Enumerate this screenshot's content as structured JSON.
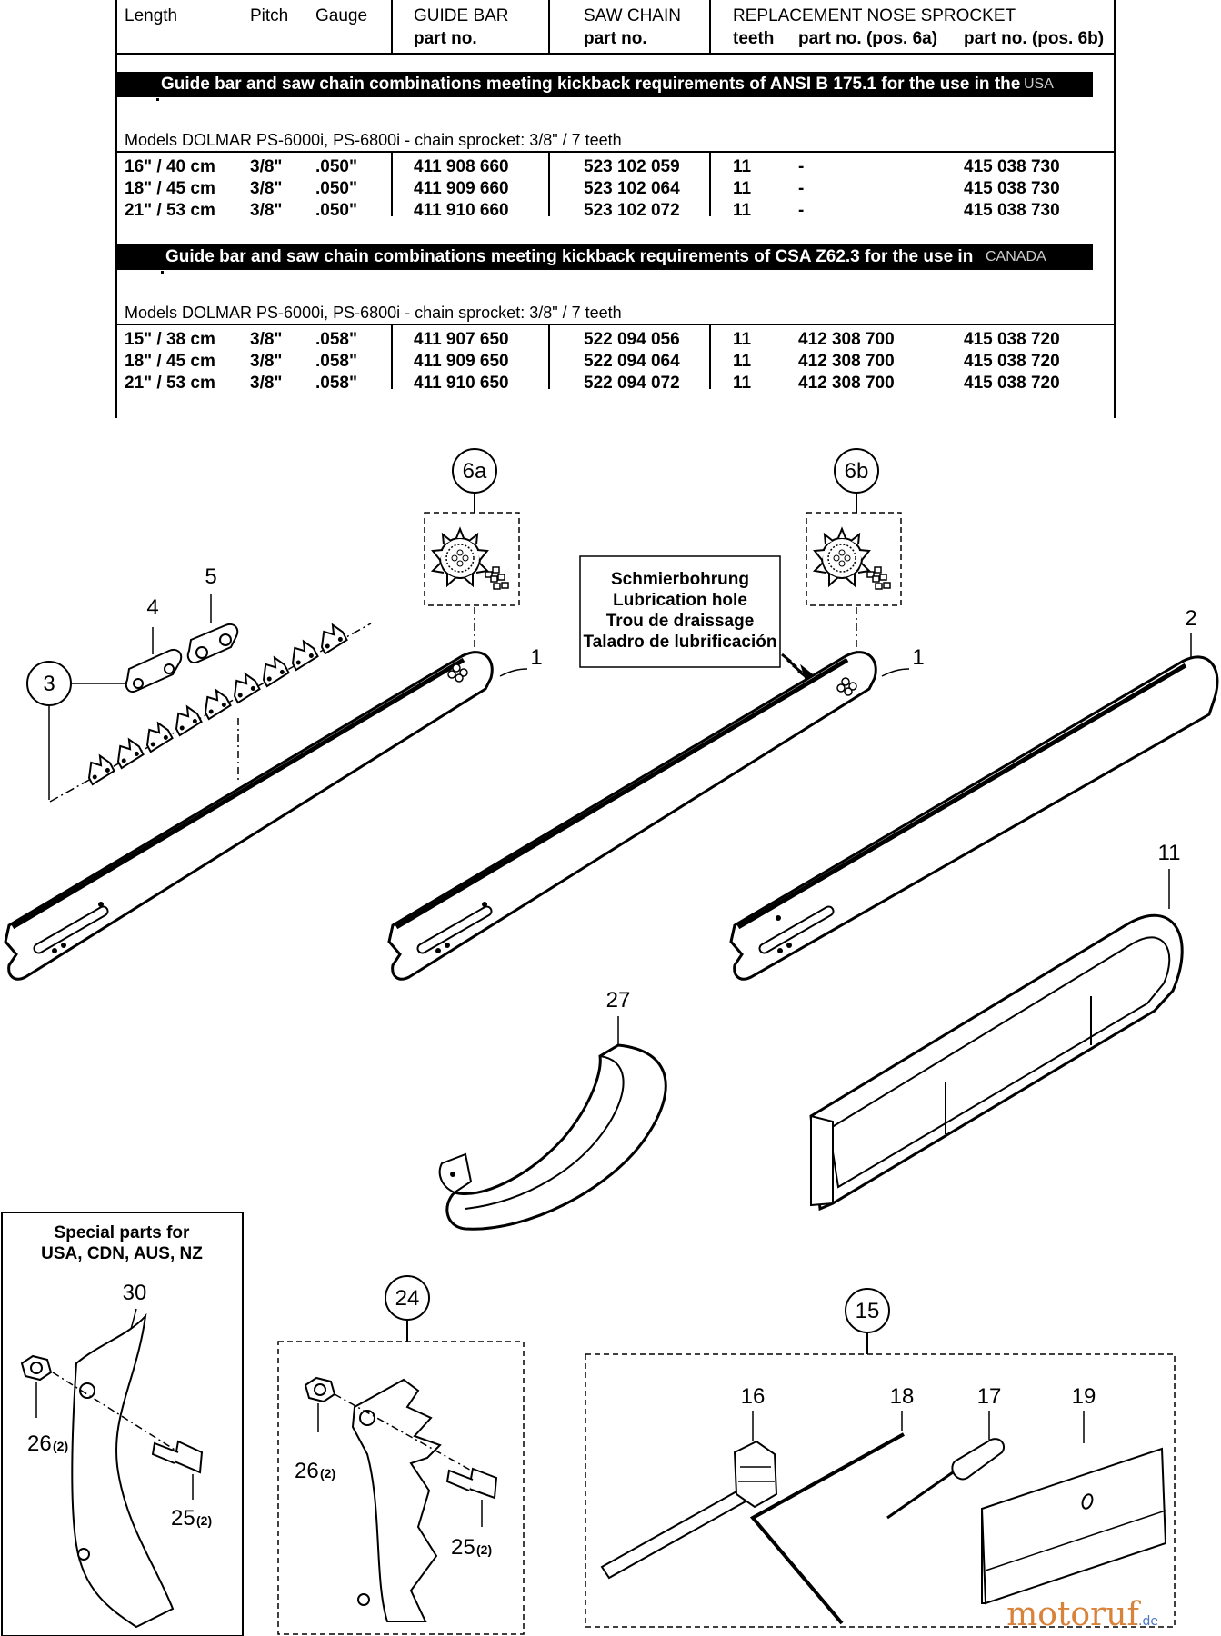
{
  "table": {
    "headers": {
      "length": "Length",
      "pitch": "Pitch",
      "gauge": "Gauge",
      "guide_bar": "GUIDE BAR",
      "guide_bar_sub": "part no.",
      "saw_chain": "SAW CHAIN",
      "saw_chain_sub": "part no.",
      "sprocket": "REPLACEMENT NOSE SPROCKET",
      "teeth": "teeth",
      "part_6a": "part no. (pos. 6a)",
      "part_6b": "part no. (pos. 6b)"
    },
    "sections": [
      {
        "banner": "Guide bar and saw chain combinations meeting kickback requirements of ANSI B 175.1 for the use in the",
        "banner_overlay": "USA",
        "models": "Models DOLMAR PS-6000i, PS-6800i   -   chain sprocket: 3/8\" / 7 teeth",
        "rows": [
          [
            "16\" / 40 cm",
            "3/8\"",
            ".050\"",
            "411 908 660",
            "523 102 059",
            "11",
            "-",
            "415 038 730"
          ],
          [
            "18\" / 45 cm",
            "3/8\"",
            ".050\"",
            "411 909 660",
            "523 102 064",
            "11",
            "-",
            "415 038 730"
          ],
          [
            "21\" / 53 cm",
            "3/8\"",
            ".050\"",
            "411 910 660",
            "523 102 072",
            "11",
            "-",
            "415 038 730"
          ]
        ]
      },
      {
        "banner": "Guide bar and saw chain combinations meeting kickback requirements of CSA Z62.3 for the use in",
        "banner_overlay": "CANADA",
        "models": "Models DOLMAR PS-6000i, PS-6800i   -   chain sprocket: 3/8\" / 7 teeth",
        "rows": [
          [
            "15\" / 38 cm",
            "3/8\"",
            ".058\"",
            "411 907 650",
            "522 094 056",
            "11",
            "412 308 700",
            "415 038 720"
          ],
          [
            "18\" / 45 cm",
            "3/8\"",
            ".058\"",
            "411 909 650",
            "522 094 064",
            "11",
            "412 308 700",
            "415 038 720"
          ],
          [
            "21\" / 53 cm",
            "3/8\"",
            ".058\"",
            "411 910 650",
            "522 094 072",
            "11",
            "412 308 700",
            "415 038 720"
          ]
        ]
      }
    ]
  },
  "diagram": {
    "callouts": {
      "c6a": "6a",
      "c6b": "6b",
      "c3": "3",
      "c24": "24",
      "c15": "15"
    },
    "labels": {
      "l1a": "1",
      "l1b": "1",
      "l2": "2",
      "l4": "4",
      "l5": "5",
      "l11": "11",
      "l27": "27",
      "l30": "30",
      "l16": "16",
      "l17": "17",
      "l18": "18",
      "l19": "19",
      "l26a": "26",
      "l26a_q": "(2)",
      "l25a": "25",
      "l25a_q": "(2)",
      "l26b": "26",
      "l26b_q": "(2)",
      "l25b": "25",
      "l25b_q": "(2)"
    },
    "lubrication_box": [
      "Schmierbohrung",
      "Lubrication hole",
      "Trou de draissage",
      "Taladro de lubrificación"
    ],
    "special_box": [
      "Special parts for",
      "USA, CDN, AUS, NZ"
    ]
  },
  "watermark": {
    "main": "motoruf",
    "suffix": ".de"
  }
}
